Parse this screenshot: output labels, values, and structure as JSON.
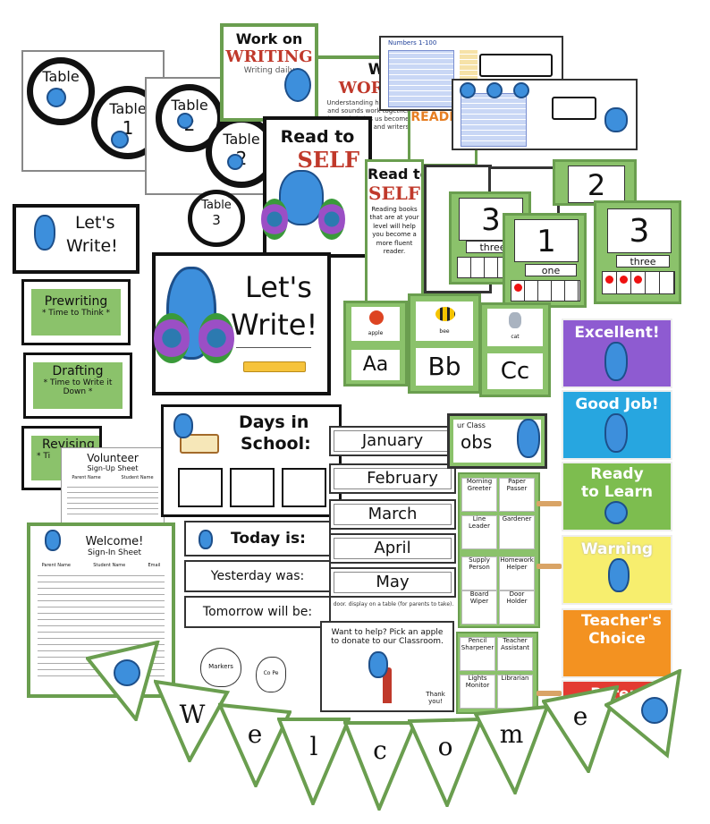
{
  "tables": {
    "label": "Table",
    "n1": "1",
    "n2": "2",
    "n3": "3"
  },
  "work_on_writing": {
    "line1": "Work on",
    "line2": "WRITING",
    "sub": "Writing daily"
  },
  "word_work": {
    "line1": "Word",
    "line2": "WORK",
    "body": "Understanding how letters and sounds work together in words helps us become better spellers and writers."
  },
  "read_to_self": {
    "line1": "Read to",
    "line2": "SELF",
    "body": "Reading books that are at your level will help you become a more fluent reader."
  },
  "read_to_someone": {
    "word": "READING"
  },
  "numbers_header": "Numbers 1-100",
  "lets_write_small": {
    "line1": "Let's",
    "line2": "Write!"
  },
  "lets_write_big": {
    "line1": "Let's",
    "line2": "Write!"
  },
  "process": [
    {
      "title": "Prewriting",
      "sub": "* Time to Think *"
    },
    {
      "title": "Drafting",
      "sub": "* Time to Write it Down *"
    },
    {
      "title": "Revising",
      "sub": "* Ti"
    }
  ],
  "number_cards": [
    {
      "num": "1",
      "word": "one"
    },
    {
      "num": "3",
      "word": "three"
    },
    {
      "num": "2",
      "word": ""
    }
  ],
  "alphabet": [
    {
      "pic": "apple",
      "letters": "Aa"
    },
    {
      "pic": "bee",
      "letters": "Bb"
    },
    {
      "pic": "cat",
      "letters": "Cc"
    }
  ],
  "days_in_school": {
    "line1": "Days in",
    "line2": "School:"
  },
  "today": {
    "label": "Today is:",
    "yesterday": "Yesterday was:",
    "tomorrow": "Tomorrow will be:"
  },
  "months": [
    "January",
    "February",
    "March",
    "April",
    "May"
  ],
  "class_jobs": {
    "title_a": "ur Class",
    "title_b": "obs"
  },
  "jobs": [
    [
      "Morning Greeter",
      "Paper Passer"
    ],
    [
      "Line Leader",
      "Gardener"
    ],
    [
      "Supply Person",
      "Homework Helper"
    ],
    [
      "Board Wiper",
      "Door Holder"
    ],
    [
      "Pencil Sharpener",
      "Teacher Assistant"
    ],
    [
      "Lights Monitor",
      "Librarian"
    ]
  ],
  "behavior": [
    {
      "label": "Excellent!",
      "color": "#8e5bd1"
    },
    {
      "label": "Good Job!",
      "color": "#27a6e0"
    },
    {
      "label": "Ready to Learn",
      "color": "#7dbd4f"
    },
    {
      "label": "Warning",
      "color": "#f7ee6e"
    },
    {
      "label": "Teacher's Choice",
      "color": "#f39221"
    },
    {
      "label": "Paren",
      "color": "#e33b32"
    }
  ],
  "volunteer": {
    "title": "Volunteer",
    "sub": "Sign-Up Sheet",
    "col1": "Parent Name",
    "col2": "Student Name"
  },
  "welcome_sheet": {
    "title": "Welcome!",
    "sub": "Sign-In Sheet",
    "c1": "Parent Name",
    "c2": "Student Name",
    "c3": "Email"
  },
  "donate": {
    "top": "door. display on a table (for parents to take).",
    "body": "Want to help? Pick an apple to donate to our Classroom.",
    "thanks": "Thank you!"
  },
  "apples": {
    "a": "Markers",
    "b": "Co Pe"
  },
  "banner": [
    "W",
    "e",
    "l",
    "c",
    "o",
    "m",
    "e"
  ]
}
